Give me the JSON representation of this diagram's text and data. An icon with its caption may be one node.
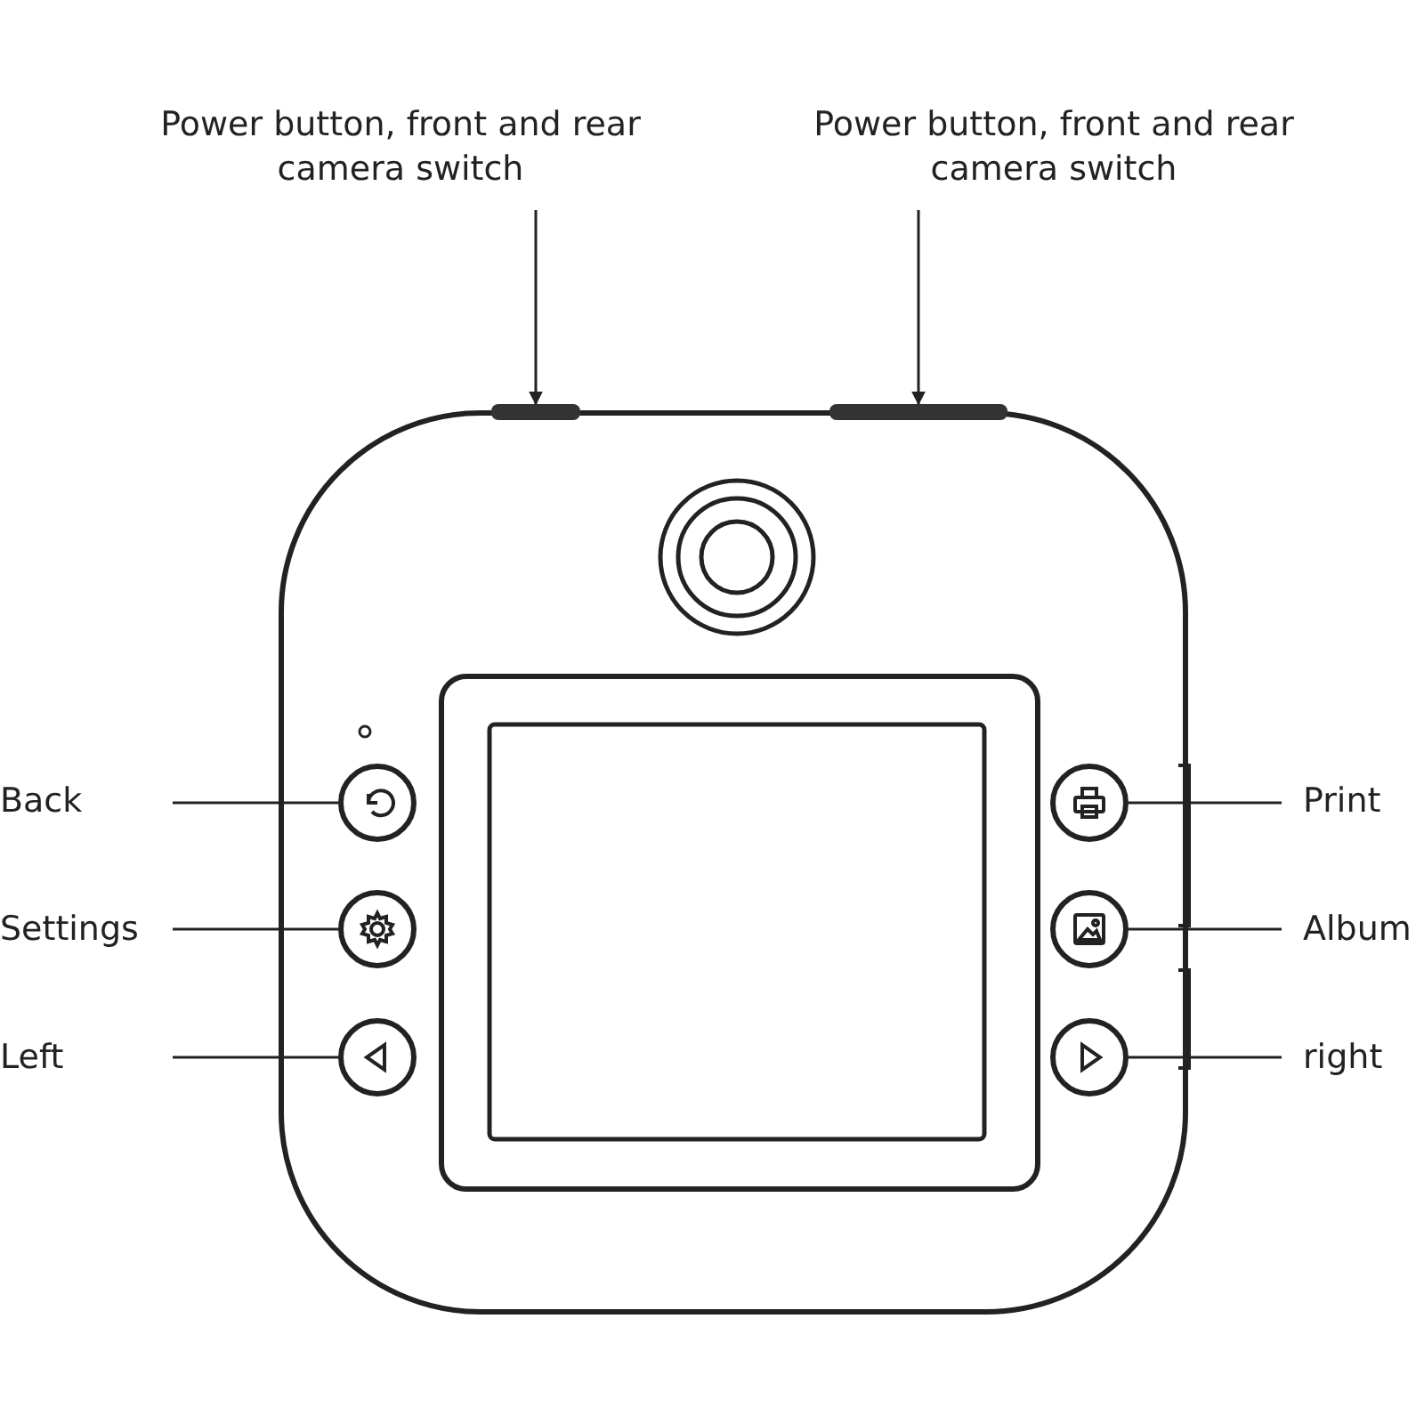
{
  "diagram": {
    "nodes": [
      {
        "text": [
          "Power button, front and rear camera switch"
        ]
      },
      {
        "text": [
          "Power button, front and rear camera switch"
        ]
      },
      {
        "text": [
          "Back"
        ]
      },
      {
        "text": [
          "Settings"
        ]
      },
      {
        "text": [
          "Left"
        ]
      },
      {
        "text": [
          "Print"
        ]
      },
      {
        "text": [
          "Album"
        ]
      },
      {
        "text": [
          "right"
        ]
      },
      {
        "text": [],
        "shape": "bar"
      },
      {
        "text": [],
        "shape": "bar"
      },
      {
        "text": [],
        "shape": "circle"
      },
      {
        "text": [],
        "shape": "circle"
      },
      {
        "text": [],
        "shape": "circle"
      },
      {
        "text": [],
        "shape": "circle"
      },
      {
        "text": [],
        "shape": "circle"
      },
      {
        "text": [],
        "shape": "circle"
      }
    ],
    "edges": [
      {
        "from": 0,
        "to": 8,
        "arrow": "to"
      },
      {
        "from": 1,
        "to": 9,
        "arrow": "to"
      },
      {
        "from": 2,
        "to": 10,
        "arrow": "none"
      },
      {
        "from": 3,
        "to": 11,
        "arrow": "none"
      },
      {
        "from": 4,
        "to": 12,
        "arrow": "none"
      },
      {
        "from": 5,
        "to": 13,
        "arrow": "none"
      },
      {
        "from": 6,
        "to": 14,
        "arrow": "none"
      },
      {
        "from": 7,
        "to": 15,
        "arrow": "none"
      }
    ]
  }
}
